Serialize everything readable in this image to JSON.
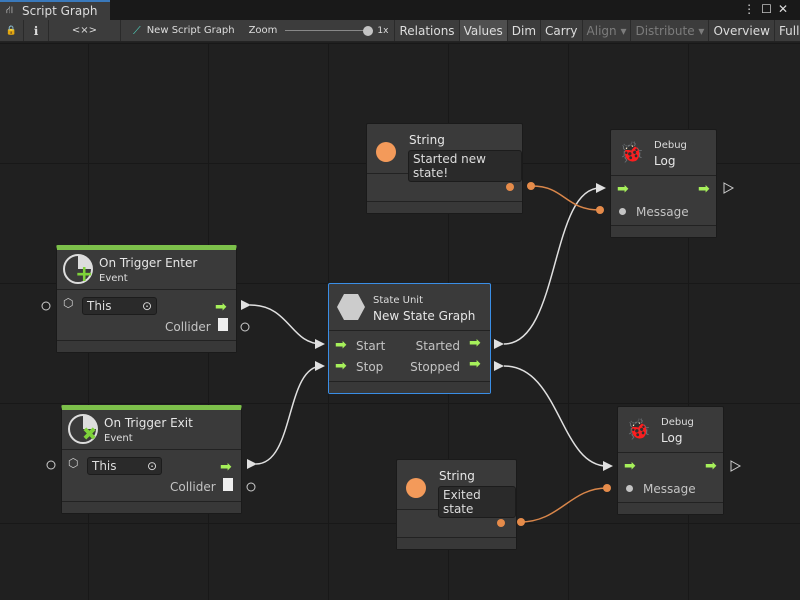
{
  "window": {
    "tab_title": "Script Graph",
    "menu_icon": "kebab-icon",
    "maximize_icon": "maximize-icon",
    "close_icon": "close-icon"
  },
  "toolbar": {
    "lock": "🔒",
    "info": "ℹ",
    "embed": "<×>",
    "graph_name": "New Script Graph",
    "zoom_label": "Zoom",
    "zoom_value": "1x",
    "zoom_level": 1.0,
    "buttons": [
      {
        "label": "Relations"
      },
      {
        "label": "Values",
        "active": true
      },
      {
        "label": "Dim"
      },
      {
        "label": "Carry"
      },
      {
        "label": "Align ▾",
        "disabled": true
      },
      {
        "label": "Distribute ▾",
        "disabled": true
      },
      {
        "label": "Overview"
      },
      {
        "label": "Full Scr"
      }
    ]
  },
  "colors": {
    "accent": "#3a79bb",
    "flow": "#a6f05a",
    "string": "#f39a5a",
    "event": "#7cc04a",
    "wire": "#e0e0e0"
  },
  "nodes": {
    "string1": {
      "title": "String",
      "value": "Started new state!"
    },
    "log1": {
      "category": "Debug",
      "title": "Log",
      "message": "Message"
    },
    "trigger_enter": {
      "title": "On Trigger Enter",
      "subtitle": "Event",
      "target": "This",
      "output": "Collider"
    },
    "state_unit": {
      "category": "State Unit",
      "title": "New  State  Graph",
      "in1": "Start",
      "in2": "Stop",
      "out1": "Started",
      "out2": "Stopped"
    },
    "trigger_exit": {
      "title": "On Trigger Exit",
      "subtitle": "Event",
      "target": "This",
      "output": "Collider"
    },
    "log2": {
      "category": "Debug",
      "title": "Log",
      "message": "Message"
    },
    "string2": {
      "title": "String",
      "value": "Exited state"
    }
  }
}
